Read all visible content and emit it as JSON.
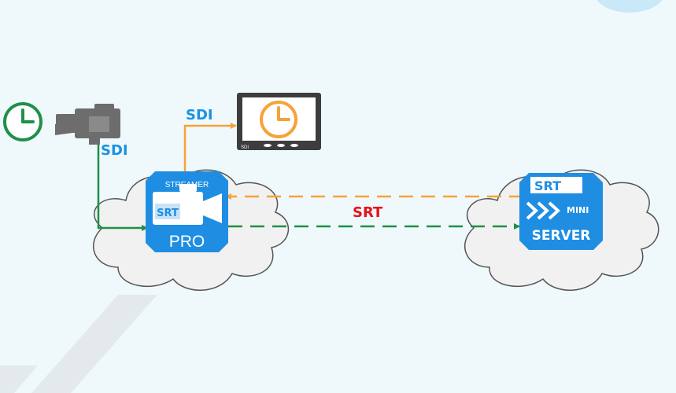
{
  "colors": {
    "background": "#eff9fc",
    "corner_blob": "#c9e9f8",
    "watermark": "#e4e9ec",
    "green": "#1f9048",
    "orange": "#f7a238",
    "blue_label": "#1a93e0",
    "red_label": "#e5141a",
    "logo_blue": "#1f8ee2",
    "monitor_frame": "#3d3d3d",
    "camera_gray": "#6d6d6d",
    "cloud_fill": "#f1f1f1",
    "cloud_stroke": "#555555"
  },
  "labels": {
    "camera_sdi": "SDI",
    "monitor_sdi": "SDI",
    "monitor_tiny": "SDI",
    "srt_link": "SRT"
  },
  "streamer_logo": {
    "top": "STREAMER",
    "badge": "SRT",
    "bottom": "PRO"
  },
  "server_logo": {
    "badge": "SRT",
    "mini": "MINI",
    "bottom": "SERVER"
  },
  "icons": {
    "source_clock": "clock-icon",
    "camera": "video-camera-icon",
    "monitor_clock": "clock-icon",
    "logo_camera": "video-camera-icon",
    "logo_chevrons": "chevrons-right-icon"
  }
}
